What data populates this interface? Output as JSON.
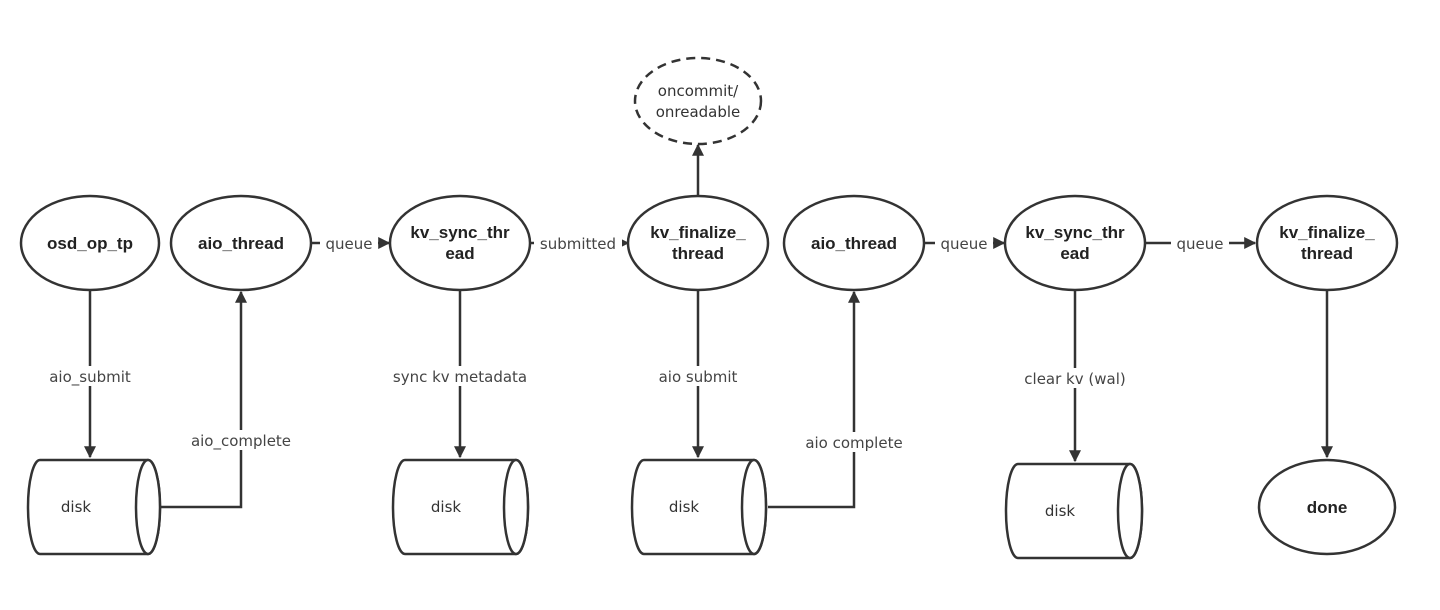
{
  "nodes": {
    "osd_op_tp": {
      "lines": [
        "osd_op_tp"
      ]
    },
    "aio_thread_1": {
      "lines": [
        "aio_thread"
      ]
    },
    "kv_sync_thread_1": {
      "lines": [
        "kv_sync_thr",
        "ead"
      ]
    },
    "kv_finalize_thread_1": {
      "lines": [
        "kv_finalize_",
        "thread"
      ]
    },
    "aio_thread_2": {
      "lines": [
        "aio_thread"
      ]
    },
    "kv_sync_thread_2": {
      "lines": [
        "kv_sync_thr",
        "ead"
      ]
    },
    "kv_finalize_thread_2": {
      "lines": [
        "kv_finalize_",
        "thread"
      ]
    },
    "oncommit": {
      "lines": [
        "oncommit/",
        "onreadable"
      ]
    },
    "done": {
      "lines": [
        "done"
      ]
    },
    "disk_1": {
      "label": "disk"
    },
    "disk_2": {
      "label": "disk"
    },
    "disk_3": {
      "label": "disk"
    },
    "disk_4": {
      "label": "disk"
    }
  },
  "edges": {
    "aio_submit": "aio_submit",
    "aio_complete": "aio_complete",
    "queue_1": "queue",
    "sync_kv_metadata": "sync kv metadata",
    "submitted": "submitted",
    "aio_submit_2": "aio submit",
    "aio_complete_2": "aio complete",
    "queue_2": "queue",
    "clear_kv": "clear kv (wal)",
    "queue_3": "queue"
  }
}
